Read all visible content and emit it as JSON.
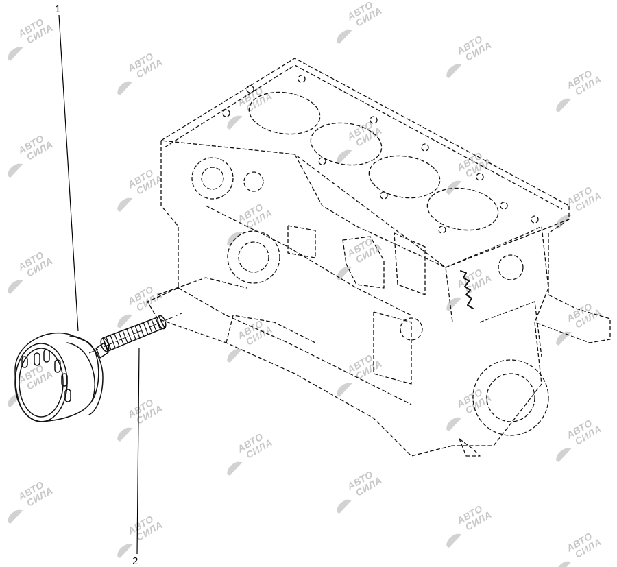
{
  "diagram": {
    "callouts": [
      {
        "number": "1",
        "part": "oil-filter"
      },
      {
        "number": "2",
        "part": "oil-filter-fitting"
      }
    ],
    "watermark": {
      "line1": "АВТО",
      "line2": "СИЛА"
    }
  }
}
